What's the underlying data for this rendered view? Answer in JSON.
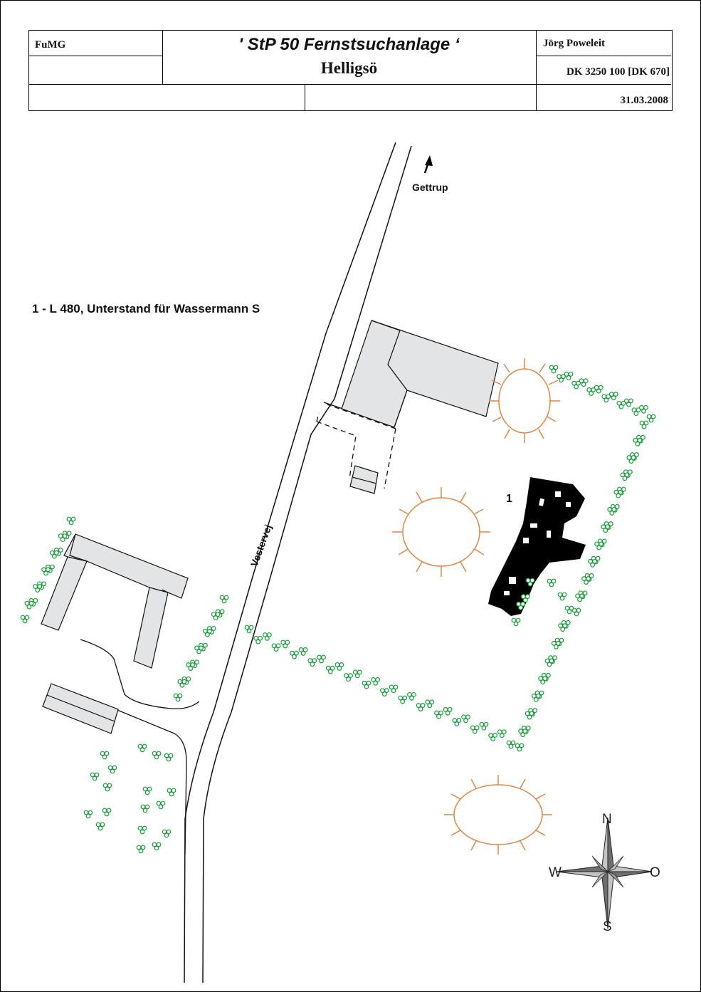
{
  "title_block": {
    "org": "FuMG",
    "title": "' StP 50 Fernstsuchanlage ‘",
    "subtitle": "Helligsö",
    "author": "Jörg Poweleit",
    "map_ref": "DK 3250 100 [DK 670]",
    "date": "31.03.2008"
  },
  "map": {
    "legend_item": "1 - L 480, Unterstand für Wassermann S",
    "bunker_label": "1",
    "road_name": "Vestervej",
    "direction_label": "Gettrup"
  },
  "compass": {
    "north": "N",
    "south": "S",
    "west": "W",
    "east": "O"
  },
  "colors": {
    "building_fill": "#e3e4e5",
    "tree_green": "#1a9b3a",
    "crater_orange": "#d9884a",
    "bunker_black": "#000000"
  }
}
